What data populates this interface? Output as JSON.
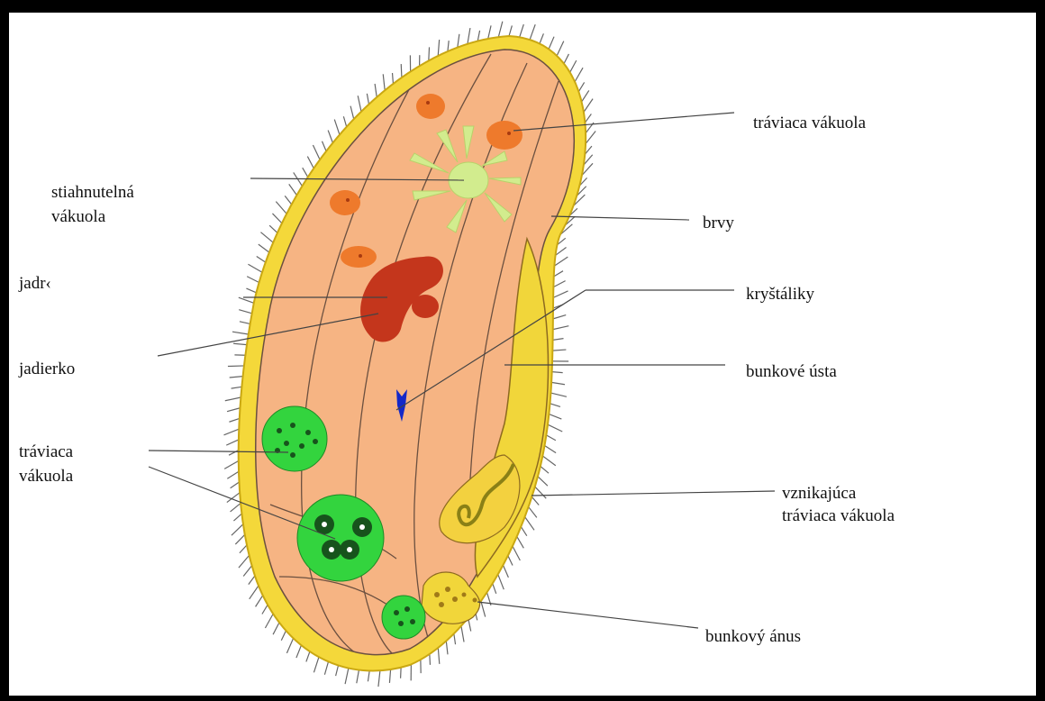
{
  "labels": {
    "traviaca_vakuola_top": "tráviaca vákuola",
    "stiahnutelna_line1": "stiahnutelná",
    "stiahnutelna_line2": "vákuola",
    "brvy": "brvy",
    "jadro": "jadr‹",
    "krystaliky": "kryštáliky",
    "jadierko": "jadierko",
    "bunkove_usta": "bunkové ústa",
    "traviaca_left_line1": "tráviaca",
    "traviaca_left_line2": "vákuola",
    "vznikajuca_line1": "vznikajúca",
    "vznikajuca_line2": "tráviaca vákuola",
    "bunkovy_anus": "bunkový ánus"
  },
  "colors": {
    "pellicle": "#f4d83a",
    "pellicle_edge": "#caa812",
    "cytoplasm": "#f6b483",
    "cytoplasm_edge": "#6b5040",
    "nucleus": "#c4361c",
    "vacuole_small": "#ee7a2c",
    "contractile": "#d2ec8e",
    "food_vacuole": "#33d43e",
    "food_dark": "#17531c",
    "crystal": "#1428c8",
    "oral_groove": "#f1d63a",
    "forming_vacuole": "#8a8016",
    "leader": "#444444"
  }
}
